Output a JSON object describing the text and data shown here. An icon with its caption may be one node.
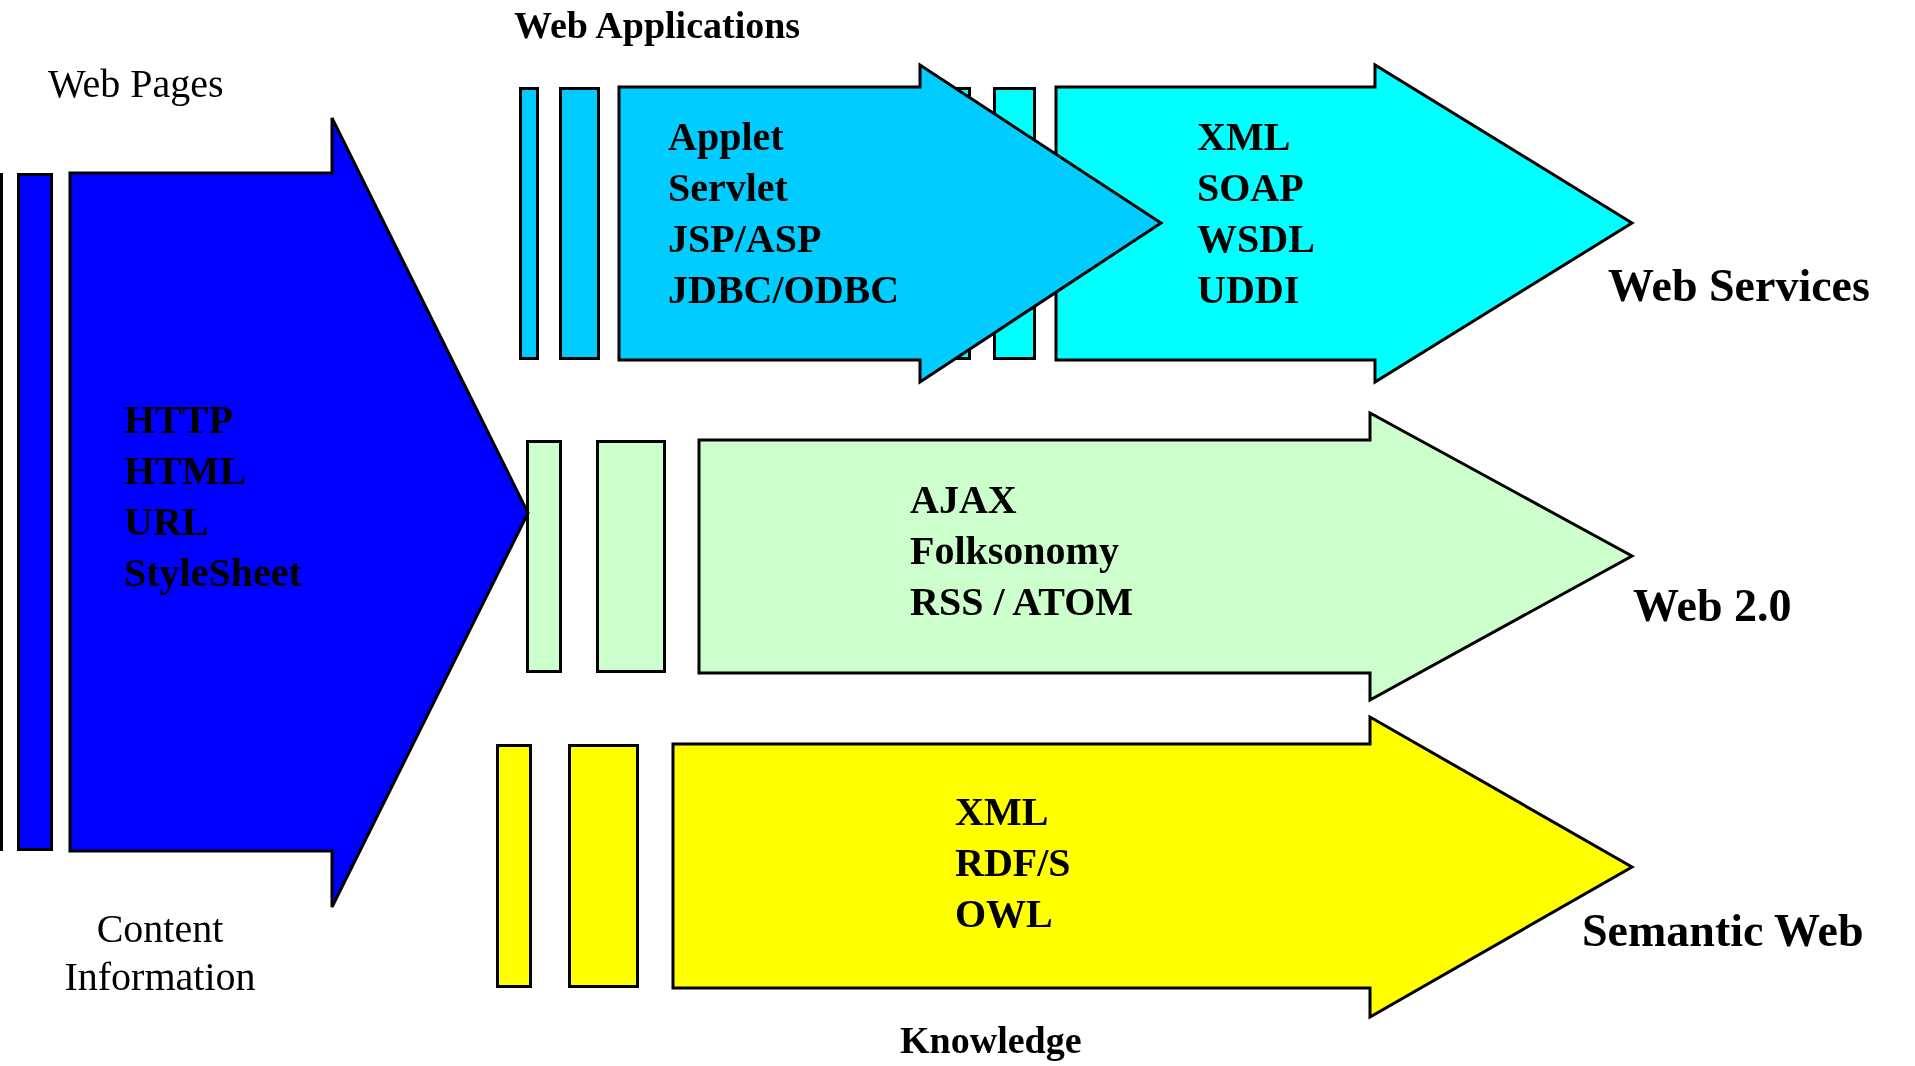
{
  "diagram": {
    "nodes": [
      {
        "text": [
          "HTTP",
          "HTML",
          "URL",
          "StyleSheet"
        ],
        "beside": [
          "Web Pages",
          "Content Information"
        ]
      },
      {
        "text": [
          "Applet",
          "Servlet",
          "JSP/ASP",
          "JDBC/ODBC"
        ],
        "beside": [
          "Web Applications"
        ]
      },
      {
        "text": [
          "XML",
          "SOAP",
          "WSDL",
          "UDDI"
        ],
        "beside": [
          "Web Services"
        ]
      },
      {
        "text": [
          "AJAX",
          "Folksonomy",
          "RSS / ATOM"
        ],
        "beside": [
          "Web 2.0"
        ]
      },
      {
        "text": [
          "XML",
          "RDF/S",
          "OWL"
        ],
        "beside": [
          "Semantic Web",
          "Knowledge"
        ]
      }
    ]
  }
}
